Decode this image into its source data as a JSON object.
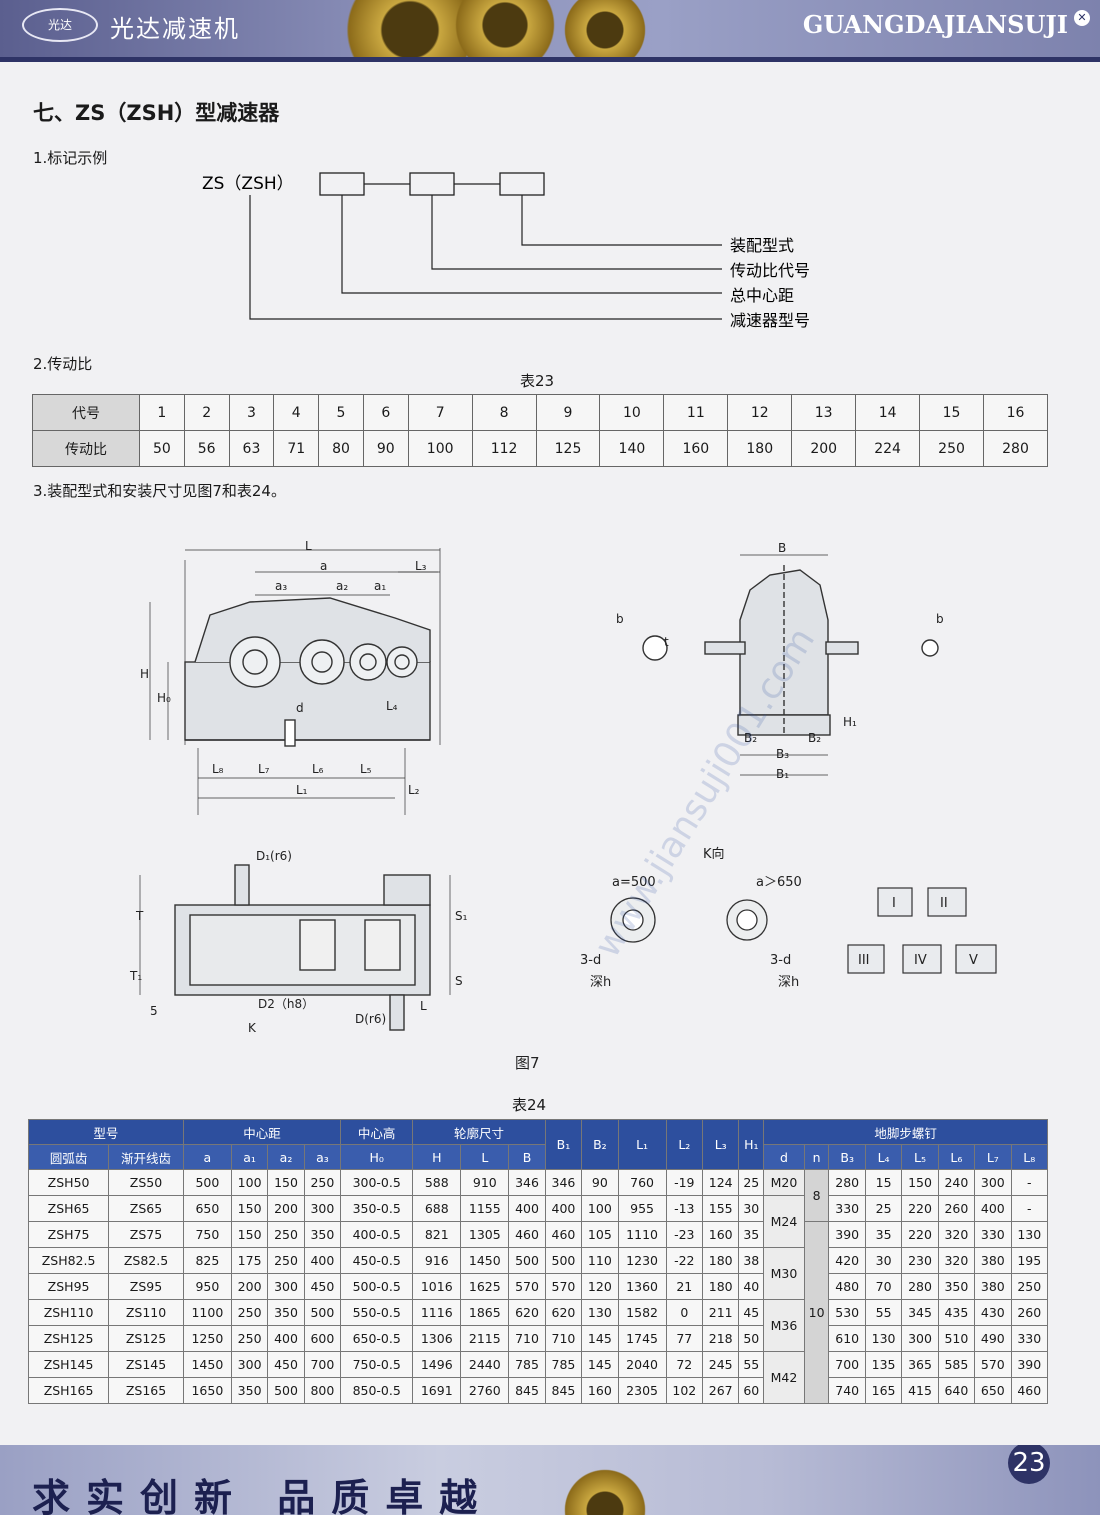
{
  "header": {
    "brand": "光达减速机",
    "brand_en": "GUANGDAJIANSUJI"
  },
  "title": "七、ZS（ZSH）型减速器",
  "sections": {
    "s1": "1.标记示例",
    "s2": "2.传动比",
    "s3": "3.装配型式和安装尺寸见图7和表24。"
  },
  "marking": {
    "model": "ZS（ZSH）",
    "labels": [
      "装配型式",
      "传动比代号",
      "总中心距",
      "减速器型号"
    ]
  },
  "table23": {
    "caption": "表23",
    "row_header_1": "代号",
    "row_header_2": "传动比",
    "codes": [
      "1",
      "2",
      "3",
      "4",
      "5",
      "6",
      "7",
      "8",
      "9",
      "10",
      "11",
      "12",
      "13",
      "14",
      "15",
      "16"
    ],
    "ratios": [
      "50",
      "56",
      "63",
      "71",
      "80",
      "90",
      "100",
      "112",
      "125",
      "140",
      "160",
      "180",
      "200",
      "224",
      "250",
      "280"
    ]
  },
  "figure": {
    "caption": "图7",
    "k_view": "K向",
    "a500": "a=500",
    "a650": "a＞650",
    "depth": "深h",
    "bolt": "3-d",
    "D1r6": "D₁(r6)",
    "D2h8": "D2（h8）",
    "Dr6": "D(r6)",
    "assembly": [
      "I",
      "II",
      "III",
      "IV",
      "V"
    ]
  },
  "table24": {
    "caption": "表24",
    "headers": {
      "model": "型号",
      "center": "中心距",
      "center_h": "中心高",
      "outline": "轮廓尺寸",
      "B1": "B₁",
      "B2": "B₂",
      "L1": "L₁",
      "L2": "L₂",
      "L3": "L₃",
      "H1": "H₁",
      "bolt": "地脚步螺钉"
    },
    "subheaders": [
      "圆弧齿",
      "渐开线齿",
      "a",
      "a₁",
      "a₂",
      "a₃",
      "H₀",
      "H",
      "L",
      "B",
      "d",
      "n",
      "B₃",
      "L₄",
      "L₅",
      "L₆",
      "L₇",
      "L₈"
    ],
    "rows": [
      [
        "ZSH50",
        "ZS50",
        "500",
        "100",
        "150",
        "250",
        "300-0.5",
        "588",
        "910",
        "346",
        "346",
        "90",
        "760",
        "-19",
        "124",
        "25",
        "280",
        "15",
        "150",
        "240",
        "300",
        "-"
      ],
      [
        "ZSH65",
        "ZS65",
        "650",
        "150",
        "200",
        "300",
        "350-0.5",
        "688",
        "1155",
        "400",
        "400",
        "100",
        "955",
        "-13",
        "155",
        "30",
        "330",
        "25",
        "220",
        "260",
        "400",
        "-"
      ],
      [
        "ZSH75",
        "ZS75",
        "750",
        "150",
        "250",
        "350",
        "400-0.5",
        "821",
        "1305",
        "460",
        "460",
        "105",
        "1110",
        "-23",
        "160",
        "35",
        "390",
        "35",
        "220",
        "320",
        "330",
        "130"
      ],
      [
        "ZSH82.5",
        "ZS82.5",
        "825",
        "175",
        "250",
        "400",
        "450-0.5",
        "916",
        "1450",
        "500",
        "500",
        "110",
        "1230",
        "-22",
        "180",
        "38",
        "420",
        "30",
        "230",
        "320",
        "380",
        "195"
      ],
      [
        "ZSH95",
        "ZS95",
        "950",
        "200",
        "300",
        "450",
        "500-0.5",
        "1016",
        "1625",
        "570",
        "570",
        "120",
        "1360",
        "21",
        "180",
        "40",
        "480",
        "70",
        "280",
        "350",
        "380",
        "250"
      ],
      [
        "ZSH110",
        "ZS110",
        "1100",
        "250",
        "350",
        "500",
        "550-0.5",
        "1116",
        "1865",
        "620",
        "620",
        "130",
        "1582",
        "0",
        "211",
        "45",
        "530",
        "55",
        "345",
        "435",
        "430",
        "260"
      ],
      [
        "ZSH125",
        "ZS125",
        "1250",
        "250",
        "400",
        "600",
        "650-0.5",
        "1306",
        "2115",
        "710",
        "710",
        "145",
        "1745",
        "77",
        "218",
        "50",
        "610",
        "130",
        "300",
        "510",
        "490",
        "330"
      ],
      [
        "ZSH145",
        "ZS145",
        "1450",
        "300",
        "450",
        "700",
        "750-0.5",
        "1496",
        "2440",
        "785",
        "785",
        "145",
        "2040",
        "72",
        "245",
        "55",
        "700",
        "135",
        "365",
        "585",
        "570",
        "390"
      ],
      [
        "ZSH165",
        "ZS165",
        "1650",
        "350",
        "500",
        "800",
        "850-0.5",
        "1691",
        "2760",
        "845",
        "845",
        "160",
        "2305",
        "102",
        "267",
        "60",
        "740",
        "165",
        "415",
        "640",
        "650",
        "460"
      ]
    ],
    "d_groups": [
      "M20",
      "M24",
      "M30",
      "M36",
      "M42"
    ],
    "n_groups": [
      "8",
      "10"
    ]
  },
  "footer": {
    "slogan": "求实创新  品质卓越",
    "page": "23"
  },
  "watermark": "www.jiansuji001.com"
}
